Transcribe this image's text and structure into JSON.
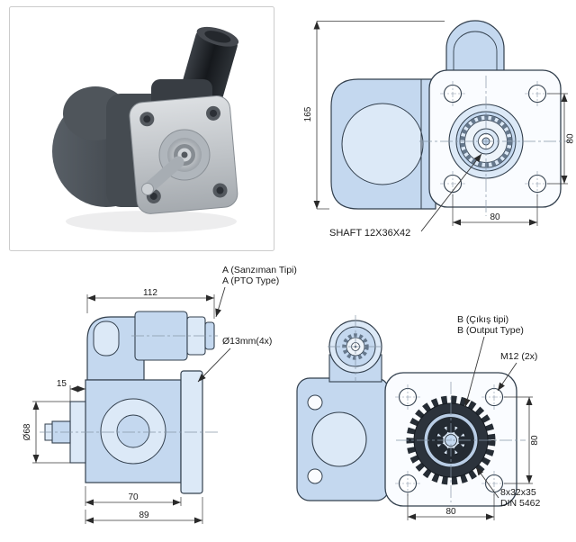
{
  "sheet": {
    "background": "#ffffff"
  },
  "colors": {
    "drawing_fill": "#c4d8ef",
    "drawing_fill_light": "#dce9f7",
    "drawing_outline": "#33404e",
    "dimension_color": "#3a3a3a",
    "gear_dark": "#2c333c",
    "photo_border": "#cccccc"
  },
  "front_view": {
    "dim_height": "165",
    "dim_bolt_vertical": "80",
    "dim_bolt_horizontal": "80",
    "shaft_label": "SHAFT 12X36X42"
  },
  "side_view": {
    "dim_overall_width": "112",
    "dim_pilot_depth": "15",
    "dim_pilot_diameter": "Ø68",
    "dim_body_width": "70",
    "dim_overall_body": "89",
    "label_pto_type_tr": "A (Sanzıman Tipi)",
    "label_pto_type_en": "A (PTO Type)",
    "label_mount_holes": "Ø13mm(4x)"
  },
  "output_view": {
    "label_output_tr": "B (Çıkış tipi)",
    "label_output_en": "B (Output Type)",
    "label_thread": "M12 (2x)",
    "dim_bolt_vertical": "80",
    "dim_bolt_horizontal": "80",
    "label_spline_size": "8x32x35",
    "label_spline_standard": "DIN 5462"
  }
}
